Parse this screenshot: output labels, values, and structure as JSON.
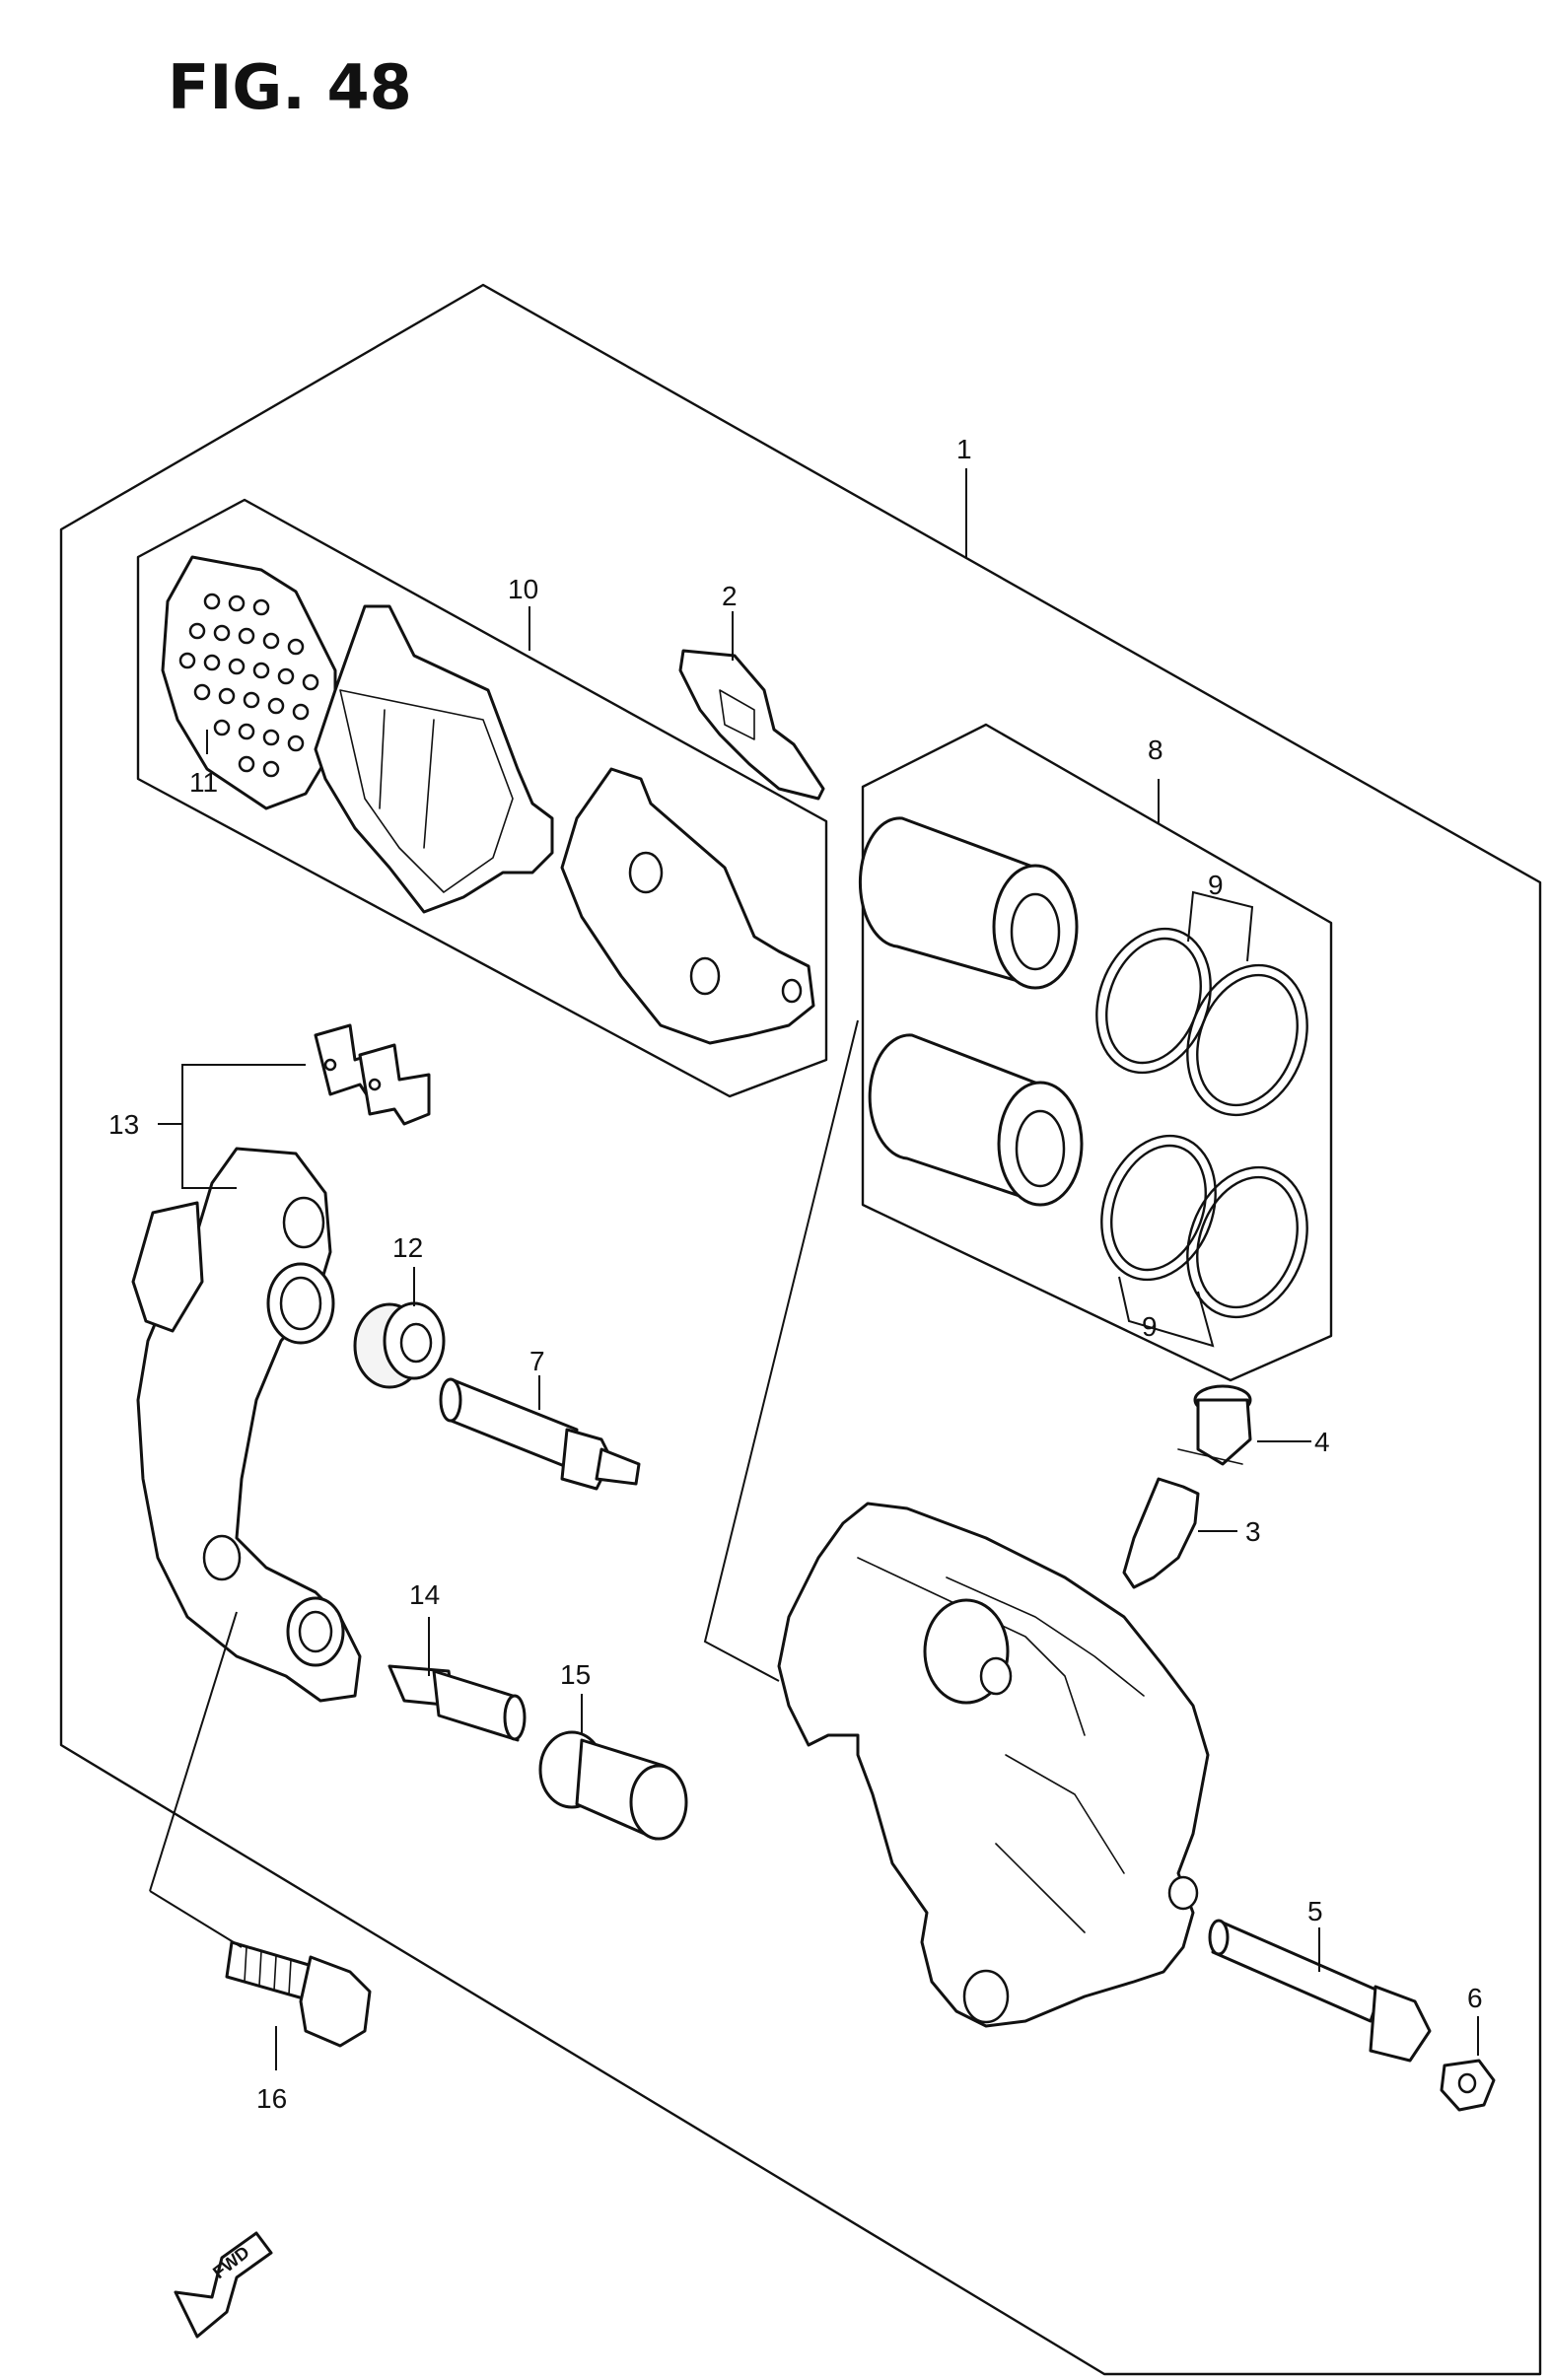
{
  "figure": {
    "title": "FIG. 48"
  },
  "callouts": {
    "c1": "1",
    "c2": "2",
    "c3": "3",
    "c4": "4",
    "c5": "5",
    "c6": "6",
    "c7": "7",
    "c8": "8",
    "c9a": "9",
    "c9b": "9",
    "c10": "10",
    "c11": "11",
    "c12": "12",
    "c13": "13",
    "c14": "14",
    "c15": "15",
    "c16": "16"
  },
  "direction_marker": {
    "label": "FWD",
    "icon": "front-direction-arrow-icon"
  }
}
